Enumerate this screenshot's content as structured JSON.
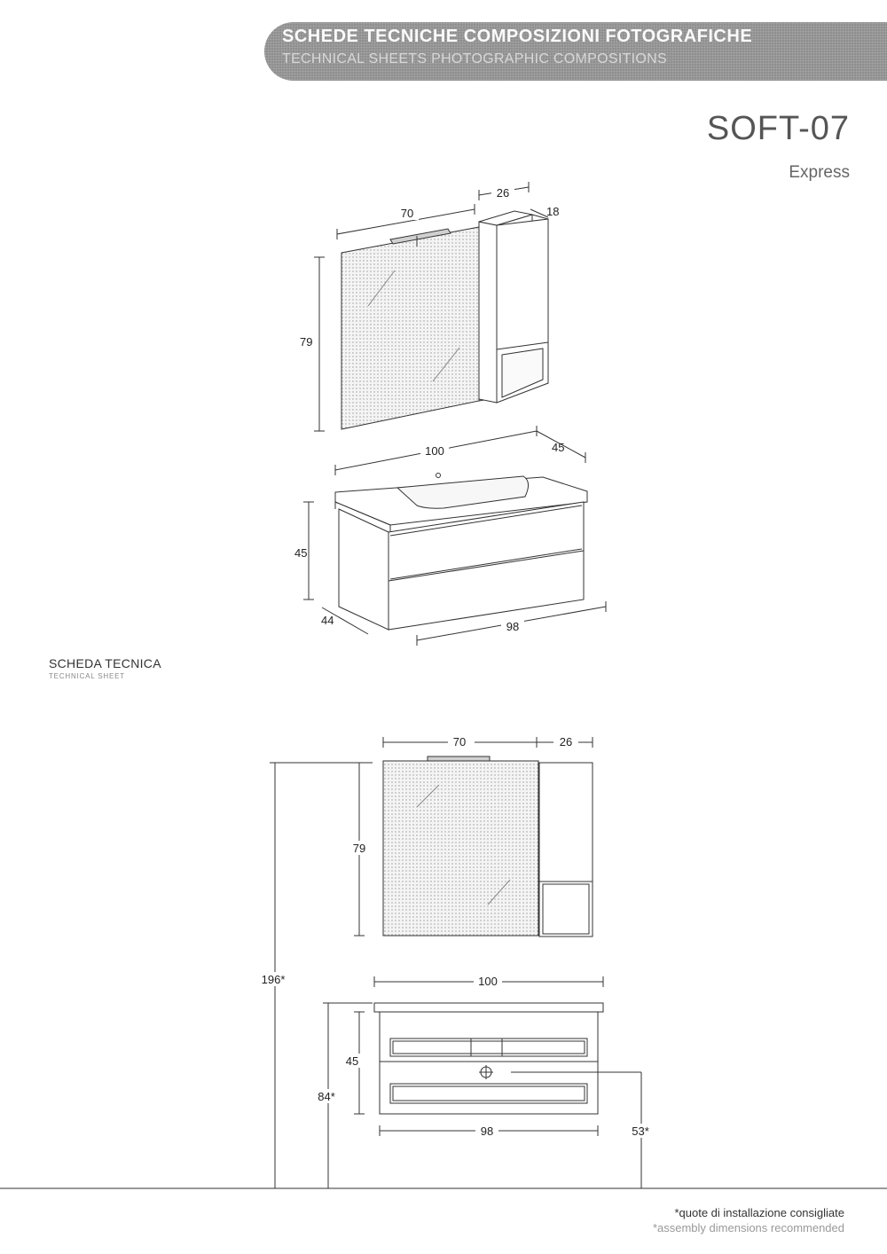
{
  "header": {
    "title": "SCHEDE TECNICHE COMPOSIZIONI FOTOGRAFICHE",
    "subtitle": "TECHNICAL SHEETS PHOTOGRAPHIC COMPOSITIONS"
  },
  "product": {
    "code": "SOFT-07",
    "name": "Express"
  },
  "perspective": {
    "mirror_width": "70",
    "column_width": "26",
    "column_depth": "18",
    "mirror_height": "79",
    "top_width": "100",
    "top_depth": "45",
    "base_height": "45",
    "base_depth": "44",
    "base_width": "98"
  },
  "technical_sheet": {
    "title": "SCHEDA TECNICA",
    "subtitle": "TECHNICAL SHEET"
  },
  "front": {
    "mirror_width": "70",
    "column_width": "26",
    "mirror_height": "79",
    "total_height": "196*",
    "top_width": "100",
    "base_height": "45",
    "install_height": "84*",
    "base_width": "98",
    "drain_height": "53*"
  },
  "footnote": {
    "it": "*quote di installazione consigliate",
    "en": "*assembly dimensions recommended"
  }
}
